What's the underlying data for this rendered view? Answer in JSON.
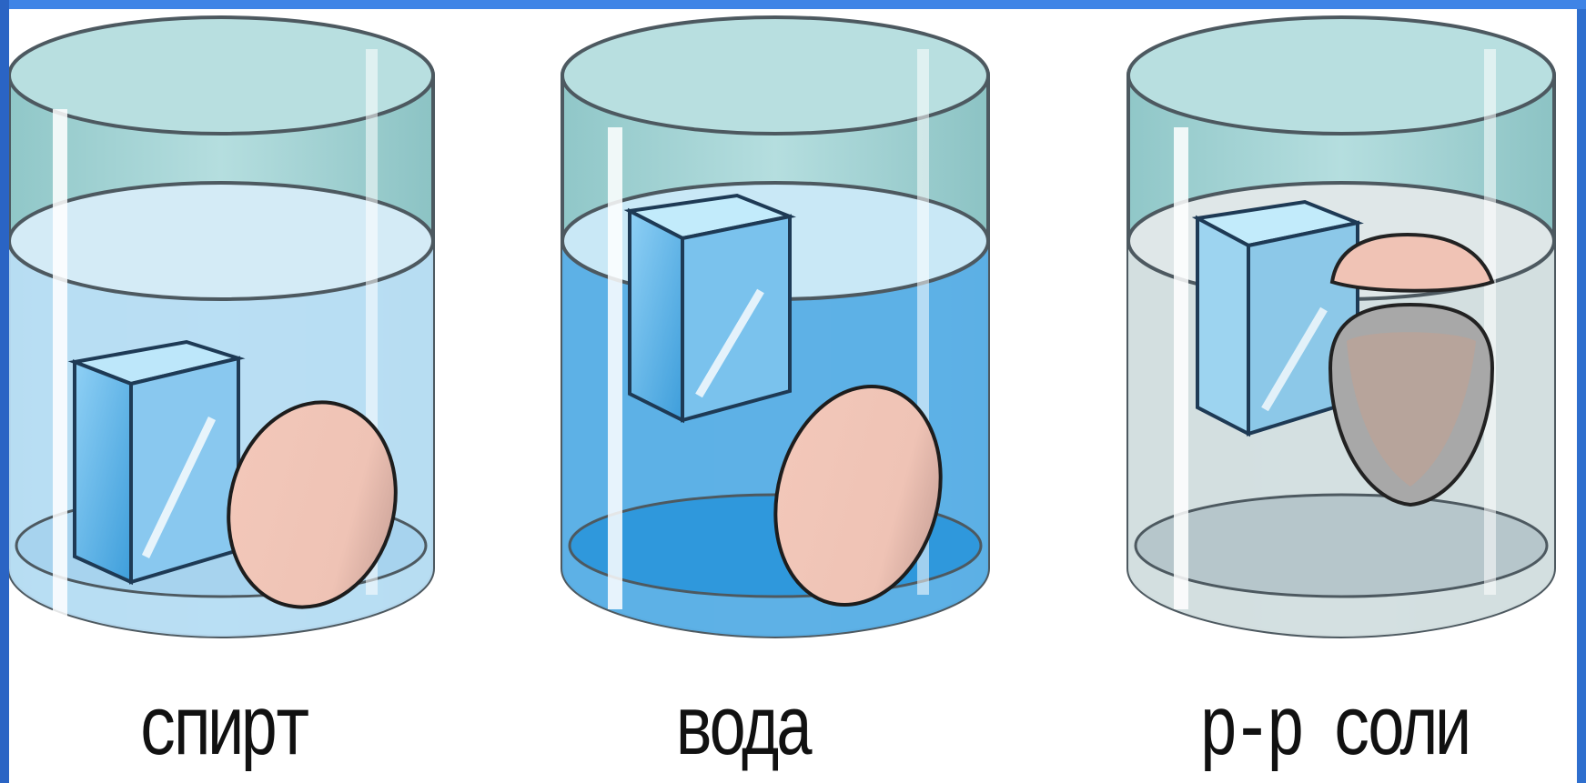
{
  "labels": {
    "left": "спирт",
    "middle": "вода",
    "right": "р-р соли"
  },
  "colors": {
    "frame": "#2f6fce",
    "glass": "#a9d6d8",
    "glass_rim": "#b8dfe0",
    "spirit_liquid": "#b9def4",
    "water_liquid": "#5bb0e6",
    "water_bottom": "#2f98dc",
    "salt_liquid": "#d4dfe0",
    "salt_bottom": "#b6c6cb",
    "cube": "#66b7eb",
    "egg": "#efc4b6",
    "egg_shadow": "#c9a79b",
    "egg_submerged_salt": "#a8a8a8"
  }
}
